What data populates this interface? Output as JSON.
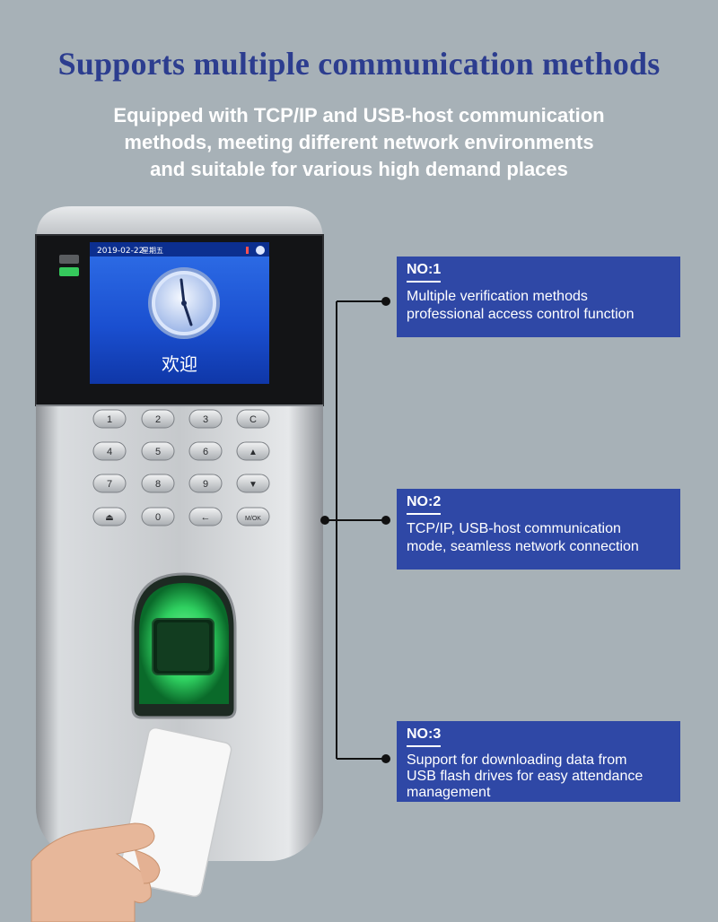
{
  "header": {
    "title": "Supports multiple communication methods",
    "subtitle": "Equipped with TCP/IP and USB-host communication\nmethods, meeting different network environments\nand suitable for various high demand places"
  },
  "device": {
    "screen_date": "2019-02-22",
    "screen_weekday": "星期五",
    "screen_welcome": "欢迎",
    "keypad": [
      "1",
      "2",
      "3",
      "C",
      "4",
      "5",
      "6",
      "▲",
      "7",
      "8",
      "9",
      "▼",
      "⏏",
      "0",
      "←",
      "M/OK"
    ]
  },
  "features": [
    {
      "label": "NO:1",
      "text": "Multiple verification methods\nprofessional access control function"
    },
    {
      "label": "NO:2",
      "text": "TCP/IP, USB-host communication\nmode, seamless network connection"
    },
    {
      "label": "NO:3",
      "text": "Support for downloading data from\nUSB flash drives for easy attendance\nmanagement"
    }
  ],
  "colors": {
    "background": "#a7b1b7",
    "title": "#2c3d8f",
    "feature_box": "#2f48a6",
    "fingerprint_glow": "#38e070",
    "screen_blue": "#1f56d8"
  }
}
